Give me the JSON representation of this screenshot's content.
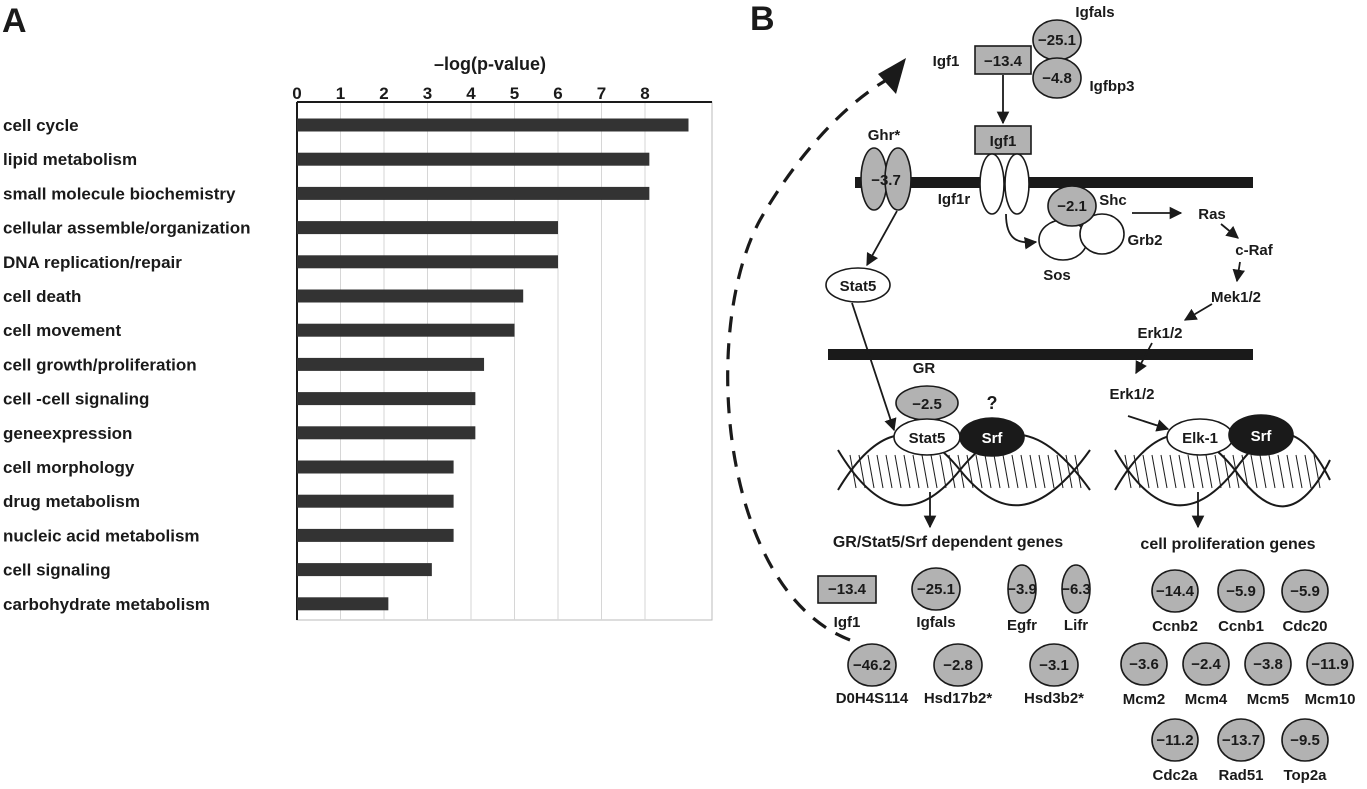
{
  "panel_a": {
    "letter": "A",
    "chart_data": {
      "type": "bar",
      "orientation": "horizontal",
      "title": "",
      "xlabel": "–log(p-value)",
      "ylabel": "",
      "xlim": [
        0,
        9.5
      ],
      "ticks": [
        "0",
        "1",
        "2",
        "3",
        "4",
        "5",
        "6",
        "7",
        "8"
      ],
      "grid": true,
      "categories": [
        "cell cycle",
        "lipid metabolism",
        "small molecule biochemistry",
        "cellular assemble/organization",
        "DNA replication/repair",
        "cell death",
        "cell movement",
        "cell growth/proliferation",
        "cell -cell signaling",
        "geneexpression",
        "cell morphology",
        "drug metabolism",
        "nucleic acid metabolism",
        "cell signaling",
        "carbohydrate metabolism"
      ],
      "values": [
        9.0,
        8.1,
        8.1,
        6.0,
        6.0,
        5.2,
        5.0,
        4.3,
        4.1,
        4.1,
        3.6,
        3.6,
        3.6,
        3.1,
        2.1
      ]
    }
  },
  "panel_b": {
    "letter": "B",
    "nodes": {
      "igf1_top": {
        "label": "Igf1",
        "value": "−13.4"
      },
      "igfals_top": {
        "label": "Igfals",
        "value": "−25.1"
      },
      "igfbp3_top": {
        "label": "Igfbp3",
        "value": "−4.8"
      },
      "igf1_bound": {
        "label": "Igf1"
      },
      "ghr": {
        "label": "Ghr*",
        "value": "−3.7"
      },
      "igf1r": {
        "label": "Igf1r"
      },
      "shc": {
        "label": "Shc",
        "value": "−2.1"
      },
      "grb2": {
        "label": "Grb2"
      },
      "sos": {
        "label": "Sos"
      },
      "ras": {
        "label": "Ras"
      },
      "craf": {
        "label": "c-Raf"
      },
      "mek": {
        "label": "Mek1/2"
      },
      "erk_cyto": {
        "label": "Erk1/2"
      },
      "erk_nuc": {
        "label": "Erk1/2"
      },
      "stat5_cyto": {
        "label": "Stat5"
      },
      "gr": {
        "label": "GR",
        "value": "−2.5"
      },
      "question": {
        "label": "?"
      },
      "stat5_nuc": {
        "label": "Stat5"
      },
      "srf_left": {
        "label": "Srf"
      },
      "elk1": {
        "label": "Elk-1"
      },
      "srf_right": {
        "label": "Srf"
      }
    },
    "sections": {
      "left_title": "GR/Stat5/Srf dependent genes",
      "right_title": "cell  proliferation genes"
    },
    "left_genes": [
      {
        "name": "Igf1",
        "value": "−13.4",
        "shape": "rect"
      },
      {
        "name": "Igfals",
        "value": "−25.1",
        "shape": "circle"
      },
      {
        "name": "Egfr",
        "value": "−3.9",
        "shape": "ellipse"
      },
      {
        "name": "Lifr",
        "value": "−6.3",
        "shape": "ellipse"
      },
      {
        "name": "D0H4S114",
        "value": "−46.2",
        "shape": "circle"
      },
      {
        "name": "Hsd17b2*",
        "value": "−2.8",
        "shape": "circle"
      },
      {
        "name": "Hsd3b2*",
        "value": "−3.1",
        "shape": "circle"
      }
    ],
    "right_genes": [
      {
        "name": "Ccnb2",
        "value": "−14.4"
      },
      {
        "name": "Ccnb1",
        "value": "−5.9"
      },
      {
        "name": "Cdc20",
        "value": "−5.9"
      },
      {
        "name": "Mcm2",
        "value": "−3.6"
      },
      {
        "name": "Mcm4",
        "value": "−2.4"
      },
      {
        "name": "Mcm5",
        "value": "−3.8"
      },
      {
        "name": "Mcm10",
        "value": "−11.9"
      },
      {
        "name": "Cdc2a",
        "value": "−11.2"
      },
      {
        "name": "Rad51",
        "value": "−13.7"
      },
      {
        "name": "Top2a",
        "value": "−9.5"
      }
    ]
  }
}
